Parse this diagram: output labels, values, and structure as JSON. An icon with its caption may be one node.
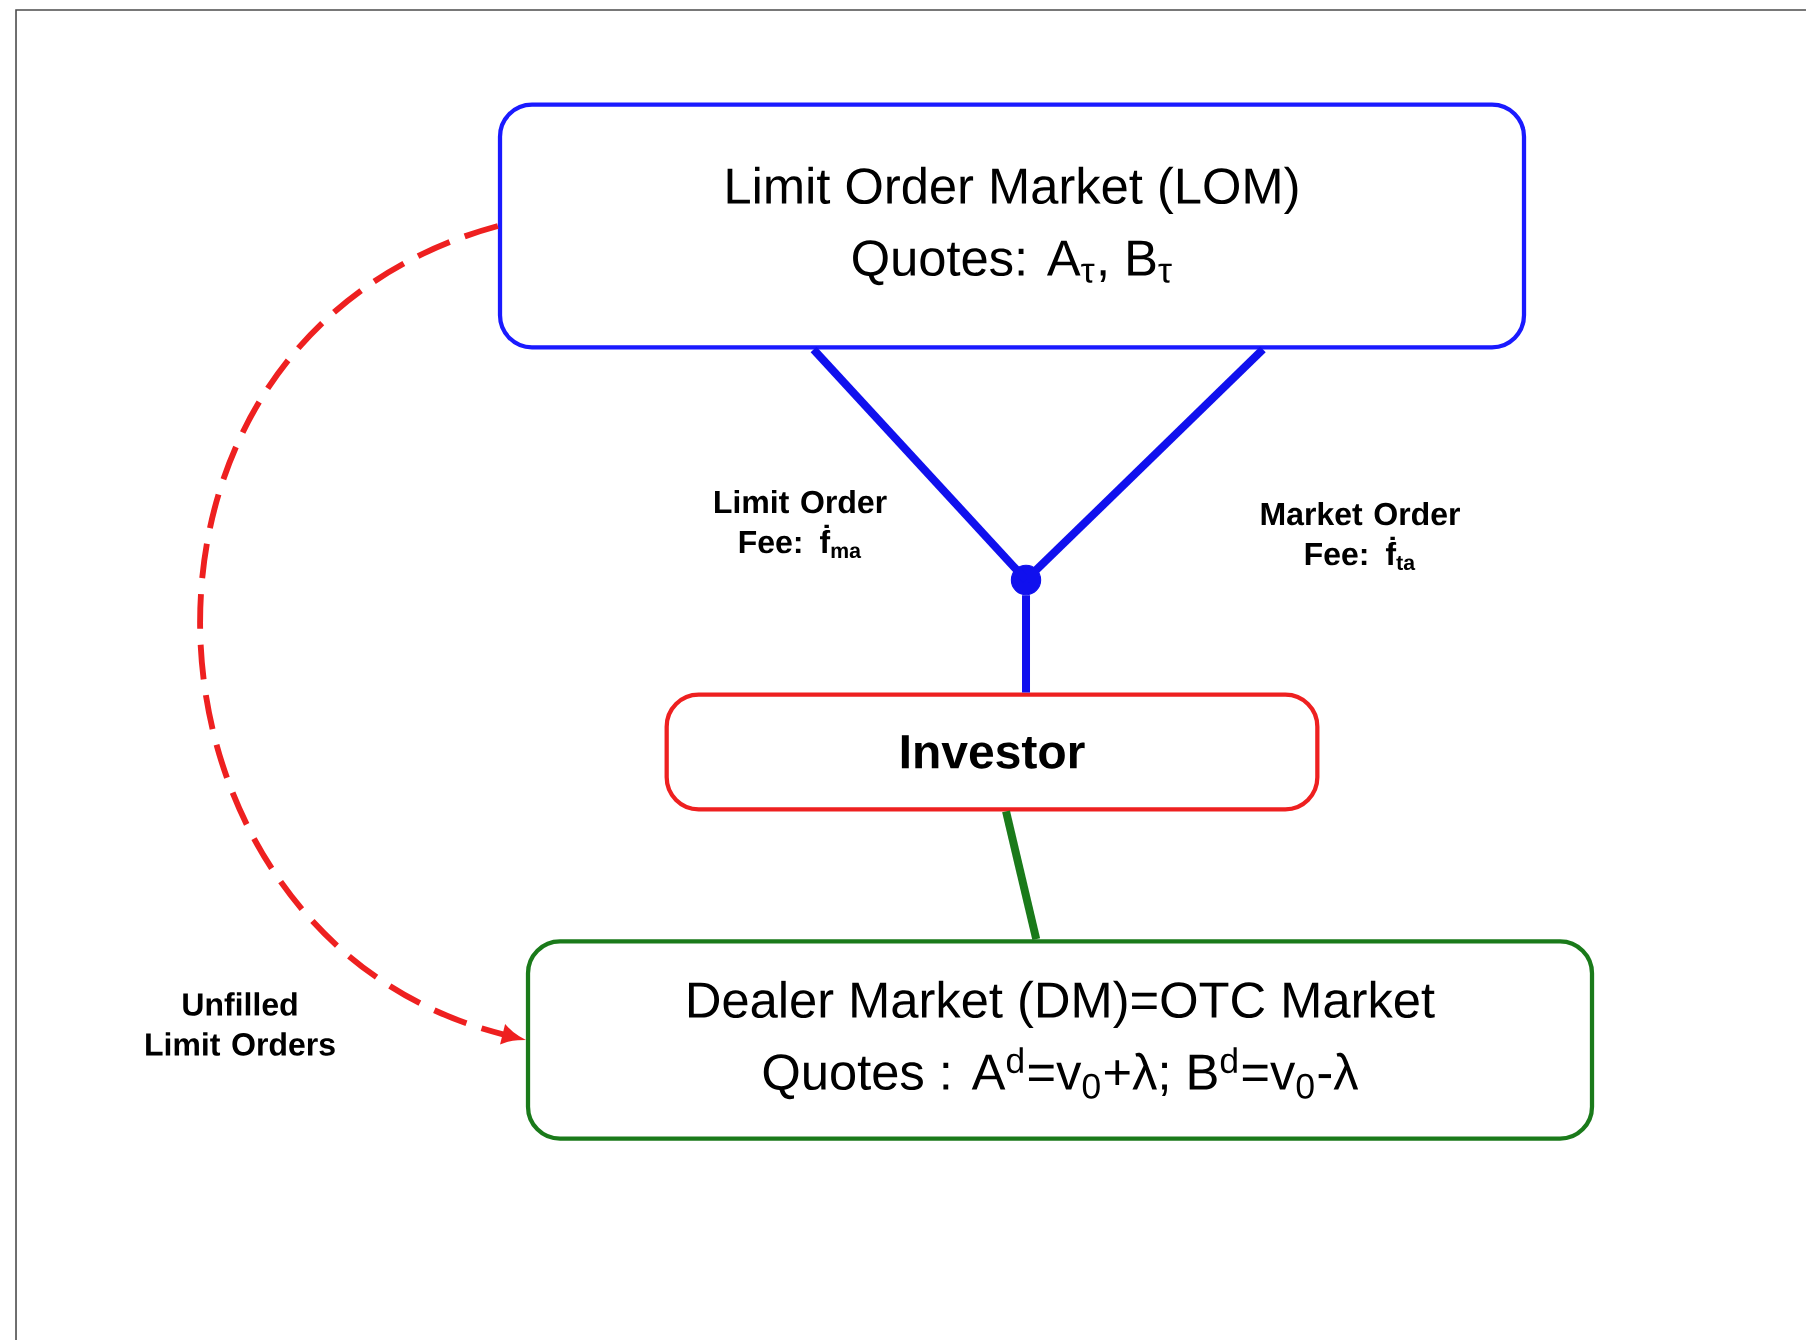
{
  "diagram": {
    "nodes": [
      {
        "text": [
          "Limit Order Market (LOM)",
          "Quotes: A$_{τ}$, B$_{τ}$"
        ]
      },
      {
        "text": [],
        "shape": "circle"
      },
      {
        "text": [
          "Investor"
        ]
      },
      {
        "text": [
          "Dealer Market (DM)=OTC Market",
          "Quotes : A$^{d}$=v$_{0}$+λ; B$^{d}$=v$_{0}$-λ"
        ]
      }
    ],
    "edges": [
      {
        "from": 0,
        "to": 1,
        "arrow": "none",
        "label": "Limit Order Fee: ḟ$_{ma}$"
      },
      {
        "from": 0,
        "to": 1,
        "arrow": "none",
        "label": "Market Order Fee: ḟ$_{ta}$"
      },
      {
        "from": 1,
        "to": 2,
        "arrow": "none"
      },
      {
        "from": 2,
        "to": 3,
        "arrow": "none",
        "color": "#1a7a1a"
      },
      {
        "from": 0,
        "to": 3,
        "arrow": "to",
        "style": "dashed",
        "color": "#ee2020",
        "label": "Unfilled Limit Orders"
      }
    ]
  }
}
